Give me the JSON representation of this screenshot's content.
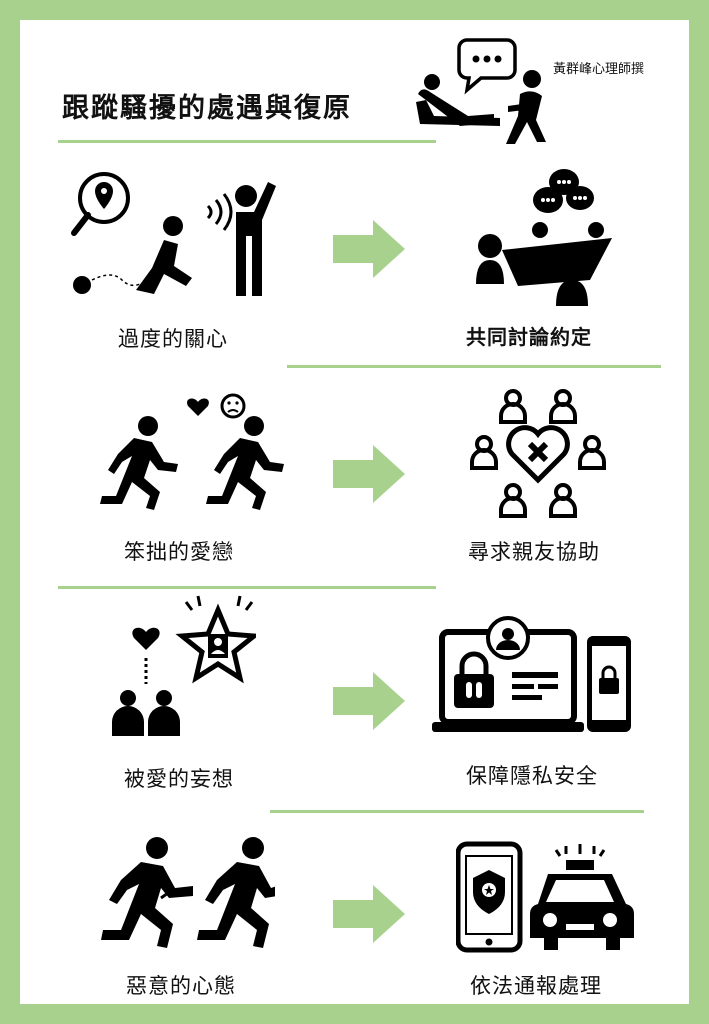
{
  "header": {
    "title": "跟蹤騷擾的處遇與復原",
    "author": "黃群峰心理師撰"
  },
  "rows": [
    {
      "left_label": "過度的關心",
      "right_label": "共同討論約定"
    },
    {
      "left_label": "笨拙的愛戀",
      "right_label": "尋求親友協助"
    },
    {
      "left_label": "被愛的妄想",
      "right_label": "保障隱私安全"
    },
    {
      "left_label": "惡意的心態",
      "right_label": "依法通報處理"
    }
  ],
  "colors": {
    "frame": "#a9d18e",
    "arrow": "#a9d18e",
    "icon": "#000000"
  }
}
